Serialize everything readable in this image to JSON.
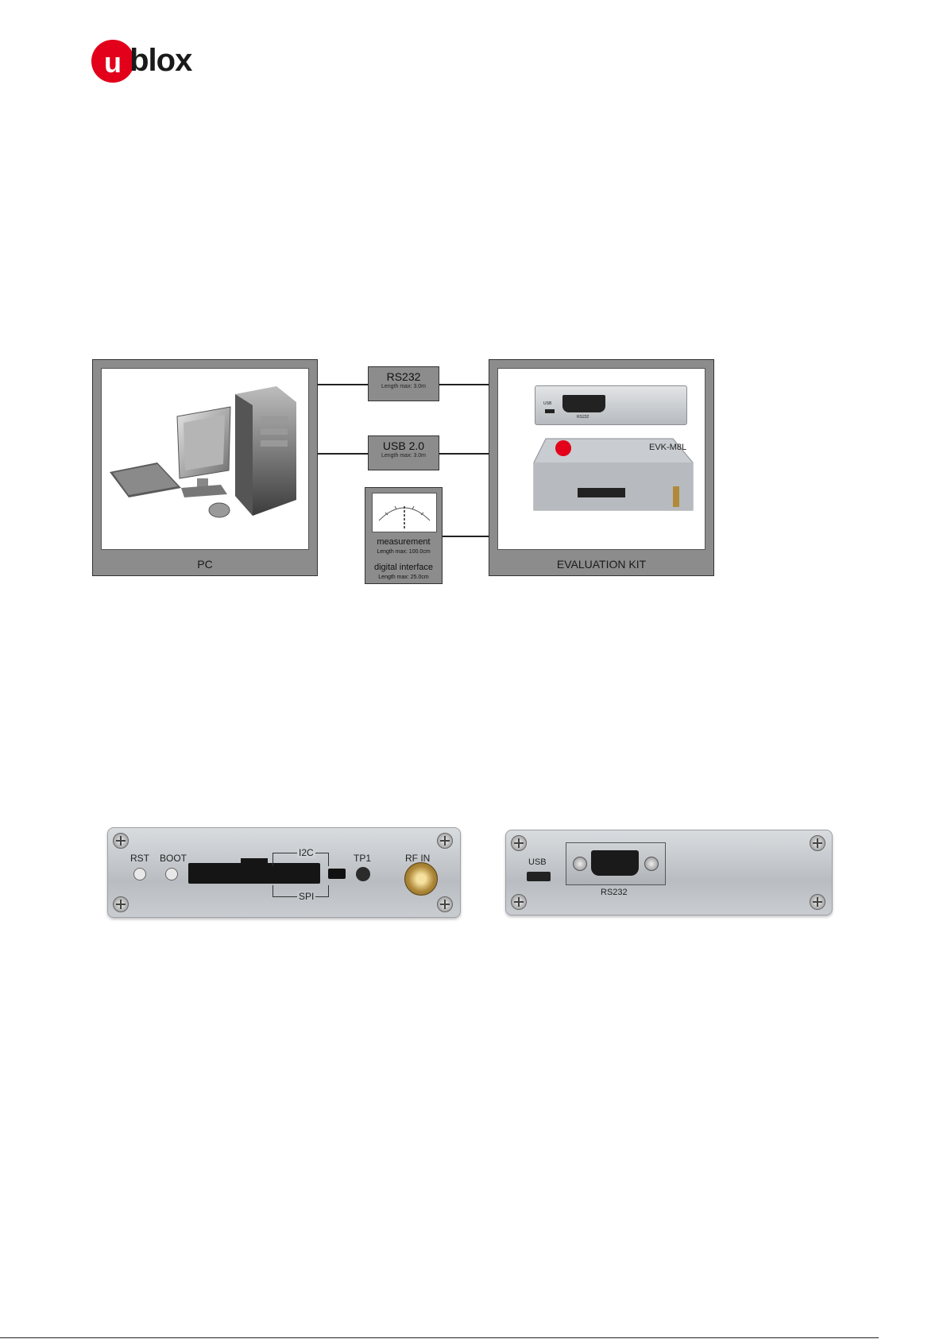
{
  "logo": {
    "text": "ublox",
    "brand_color": "#e2001a"
  },
  "diagram": {
    "pc_label": "PC",
    "kit_label": "EVALUATION KIT",
    "rs232": {
      "title": "RS232",
      "subtitle": "Length max: 3.0m"
    },
    "usb": {
      "title": "USB 2.0",
      "subtitle": "Length max: 3.0m"
    },
    "measurement": {
      "title": "measurement",
      "subtitle": "Length max: 100.0cm"
    },
    "digital": {
      "title": "digital interface",
      "subtitle": "Length max: 25.0cm"
    },
    "kit_front_port_labels": {
      "usb": "USB",
      "rs232": "RS232"
    },
    "kit_box_text": "EVK-M8L"
  },
  "front_panel": {
    "rst": "RST",
    "boot": "BOOT",
    "i2c": "I2C",
    "spi": "SPI",
    "tp1": "TP1",
    "rf_in": "RF IN"
  },
  "rear_panel": {
    "usb": "USB",
    "rs232": "RS232"
  }
}
